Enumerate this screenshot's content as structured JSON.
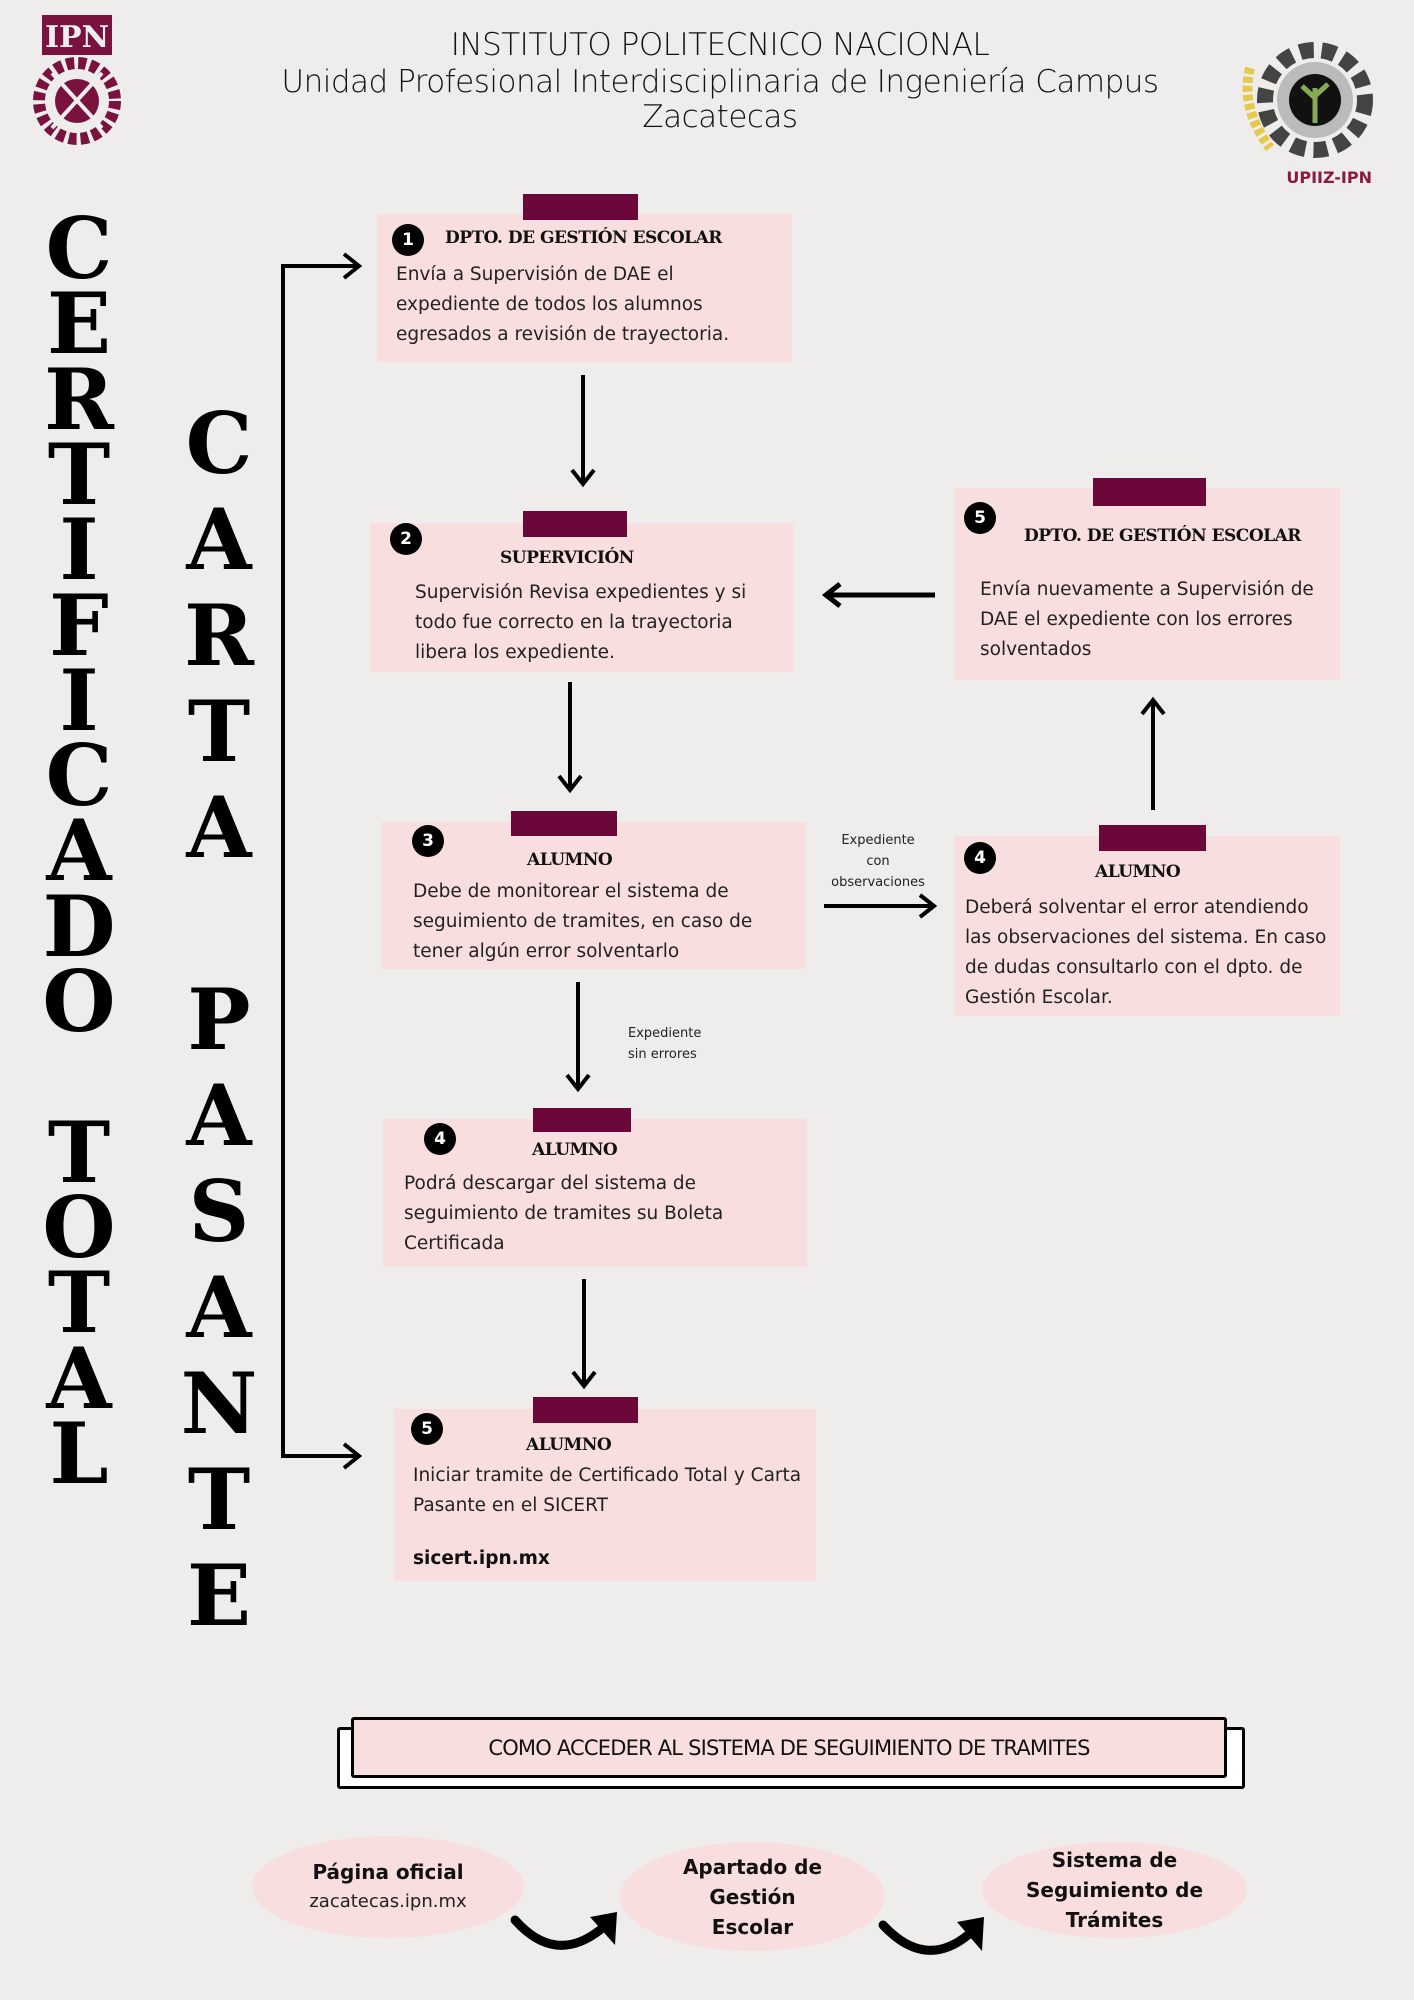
{
  "header": {
    "line1": "INSTITUTO POLITECNICO NACIONAL",
    "line2": "Unidad Profesional Interdisciplinaria de Ingeniería Campus",
    "line3": "Zacatecas"
  },
  "logos": {
    "left_text": "IPN",
    "right_text": "UPIIZ-IPN"
  },
  "vertical_titles": {
    "left": "CERTIFICADO TOTAL",
    "right": "CARTA PASANTE"
  },
  "colors": {
    "tape": "#6c0839",
    "card": "#f8dede",
    "background": "#eeedeb"
  },
  "steps": [
    {
      "num": "1",
      "title": "DPTO. DE GESTIÓN ESCOLAR",
      "text": "Envía a Supervisión de DAE el expediente de todos los alumnos egresados a revisión de trayectoria."
    },
    {
      "num": "2",
      "title": "SUPERVICIÓN",
      "text": "Supervisión Revisa expedientes y si todo fue correcto en la trayectoria libera los expediente."
    },
    {
      "num": "3",
      "title": "ALUMNO",
      "text": "Debe de monitorear el sistema de seguimiento de tramites, en caso de tener algún error solventarlo"
    },
    {
      "num": "4",
      "title": "ALUMNO",
      "text": "Deberá solventar el error atendiendo las observaciones del sistema. En caso de dudas consultarlo con el dpto. de Gestión Escolar."
    },
    {
      "num": "5",
      "title": "DPTO. DE GESTIÓN ESCOLAR",
      "text": "Envía nuevamente a Supervisión de DAE el expediente con los errores solventados"
    },
    {
      "num": "4",
      "title": "ALUMNO",
      "text": "Podrá descargar del sistema de seguimiento de tramites su Boleta Certificada"
    },
    {
      "num": "5",
      "title": "ALUMNO",
      "text": "Iniciar tramite de Certificado Total y Carta Pasante en el SICERT",
      "link": "sicert.ipn.mx"
    }
  ],
  "arrow_labels": {
    "with_obs": [
      "Expediente",
      "con",
      "observaciones"
    ],
    "no_errors": [
      "Expediente",
      "sin errores"
    ]
  },
  "access": {
    "title": "COMO ACCEDER AL SISTEMA DE SEGUIMIENTO DE TRAMITES",
    "steps": [
      {
        "title": "Página oficial",
        "sub": "zacatecas.ipn.mx"
      },
      {
        "title": "Apartado de Gestión Escolar"
      },
      {
        "title": "Sistema de Seguimiento de Trámites"
      }
    ]
  }
}
